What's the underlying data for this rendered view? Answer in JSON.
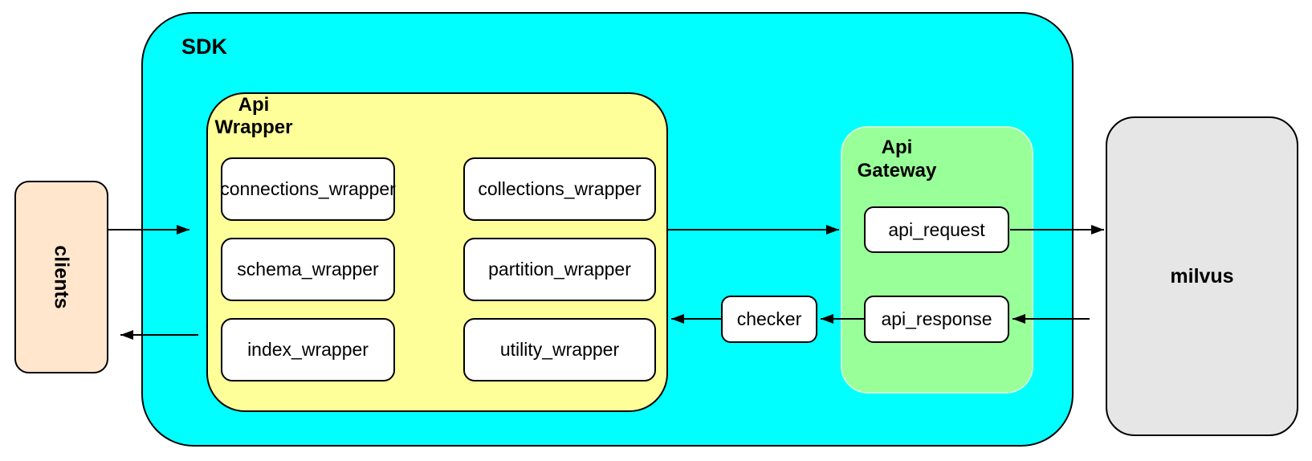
{
  "colors": {
    "canvas_bg": "#ffffff",
    "sdk_fill": "#00ffff",
    "api_wrapper_fill": "#ffff99",
    "api_gateway_fill": "#99ff99",
    "clients_fill": "#ffe6cc",
    "milvus_fill": "#e6e6e6",
    "node_fill": "#ffffff",
    "border": "#000000",
    "arrow": "#000000"
  },
  "nodes": {
    "clients": {
      "label": "clients"
    },
    "sdk": {
      "label": "SDK",
      "api_wrapper": {
        "label": "Api Wrapper",
        "boxes": [
          {
            "label": "connections_wrapper"
          },
          {
            "label": "collections_wrapper"
          },
          {
            "label": "schema_wrapper"
          },
          {
            "label": "partition_wrapper"
          },
          {
            "label": "index_wrapper"
          },
          {
            "label": "utility_wrapper"
          }
        ]
      },
      "checker": {
        "label": "checker"
      },
      "api_gateway": {
        "label": "Api Gateway",
        "boxes": [
          {
            "label": "api_request"
          },
          {
            "label": "api_response"
          }
        ]
      }
    },
    "milvus": {
      "label": "milvus"
    }
  },
  "edges": [
    {
      "from": "clients",
      "to": "sdk"
    },
    {
      "from": "api_wrapper",
      "to": "api_gateway"
    },
    {
      "from": "api_request",
      "to": "milvus"
    },
    {
      "from": "milvus",
      "to": "api_response"
    },
    {
      "from": "api_response",
      "to": "checker"
    },
    {
      "from": "checker",
      "to": "api_wrapper"
    },
    {
      "from": "sdk",
      "to": "clients"
    }
  ]
}
